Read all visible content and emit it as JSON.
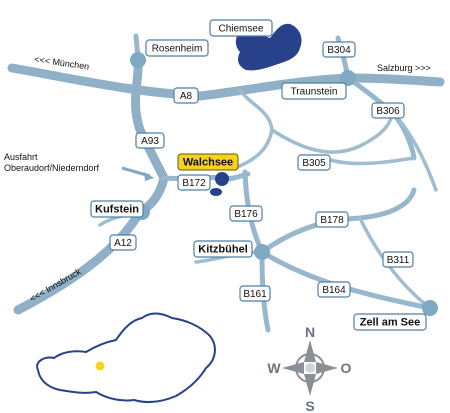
{
  "colors": {
    "road": "#8fb0c7",
    "lake": "#27428a",
    "walchsee_highlight": "#f5d31f",
    "label_border": "#4d7fa3",
    "compass": "#8a8f96"
  },
  "places": {
    "chiemsee": "Chiemsee",
    "rosenheim": "Rosenheim",
    "traunstein": "Traunstein",
    "salzburg": "Salzburg >>>",
    "muenchen": "<<< München",
    "walchsee": "Walchsee",
    "kufstein": "Kufstein",
    "kitzbuehel": "Kitzbühel",
    "zell_am_see": "Zell am See",
    "innsbruck": "<<< Innsbruck"
  },
  "roads": {
    "a8": "A8",
    "a93": "A93",
    "a12": "A12",
    "b304": "B304",
    "b306": "B306",
    "b305": "B305",
    "b172": "B172",
    "b176": "B176",
    "b178": "B178",
    "b311": "B311",
    "b164": "B164",
    "b161": "B161"
  },
  "exit_label": {
    "line1": "Ausfahrt",
    "line2": "Oberaudorf/Niederndorf"
  },
  "compass": {
    "n": "N",
    "s": "S",
    "w": "W",
    "o": "O"
  },
  "icons": {
    "compass": "compass-rose-icon",
    "lake": "lake-icon",
    "location_marker": "location-marker-icon",
    "inset": "austria-outline-icon"
  }
}
